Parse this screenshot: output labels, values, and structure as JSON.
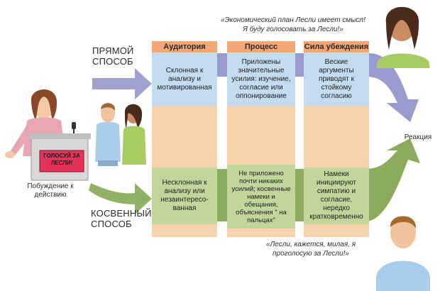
{
  "quotes": {
    "top": "«Экономический план Лесли имеет смысл! Я буду голосовать за Лесли!»",
    "bottom": "«Лесли, кажется, милая, я проголосую за Лесли!»"
  },
  "routes": {
    "direct": "ПРЯМОЙ СПОСОБ",
    "indirect": "КОСВЕННЫЙ СПОСОБ"
  },
  "speaker": {
    "sign": "ГОЛОСУЙ ЗА ЛЕСЛИ!",
    "caption": "Побуждение к действию"
  },
  "outcome": "Реакция",
  "columns": [
    {
      "header": "Аудитория",
      "direct": "Склонная к анализу и мотивированная",
      "indirect": "Несклонная к анализу или незаинтересо-ванная"
    },
    {
      "header": "Процесс",
      "direct": "Приложены значительные усилия: изучение, согласие или оппонирование",
      "indirect": "Не приложено почти никаких усилий; косвенные намеки и обещания, объяснения \" на пальцах\""
    },
    {
      "header": "Сила убеждения",
      "direct": "Веские аргументы приводят к стойкому согласию",
      "indirect": "Намеки инициируют симпатию и согласие, нередко кратковременно"
    }
  ],
  "colors": {
    "direct_route": "#8e8fc8",
    "indirect_route": "#7ea34a",
    "column_bg": "#f9d2ae",
    "column_header": "#f4a775",
    "direct_cell": "#c3dcf0",
    "indirect_cell": "#c2d69b"
  }
}
